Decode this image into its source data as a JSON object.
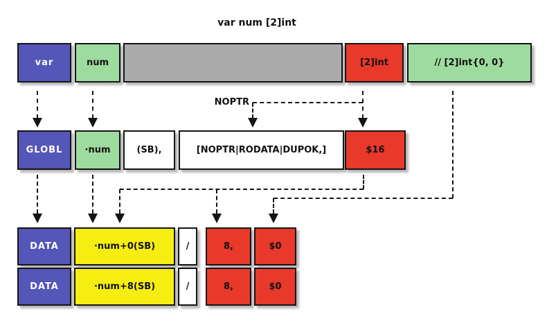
{
  "title": "var num [2]int",
  "colors": {
    "blue": "#5456b8",
    "green": "#9edb9e",
    "gray": "#ababab",
    "red": "#e8392a",
    "yellow": "#f6ee12",
    "white": "#ffffff",
    "background": "#ffffff"
  },
  "edge_labels": {
    "noptr": "NOPTR"
  },
  "rows": {
    "source": {
      "keyword": "var",
      "name": "num",
      "padding": "",
      "type": "[2]int",
      "comment": "// [2]int{0, 0}"
    },
    "globl": {
      "directive": "GLOBL",
      "symbol": "·num",
      "sb": "(SB),",
      "flags": "[NOPTR|RODATA|DUPOK,]",
      "size": "$16"
    },
    "data": [
      {
        "directive": "DATA",
        "symbol": "·num+0(SB)",
        "slash": "/",
        "size": "8,",
        "value": "$0"
      },
      {
        "directive": "DATA",
        "symbol": "·num+8(SB)",
        "slash": "/",
        "size": "8,",
        "value": "$0"
      }
    ]
  }
}
